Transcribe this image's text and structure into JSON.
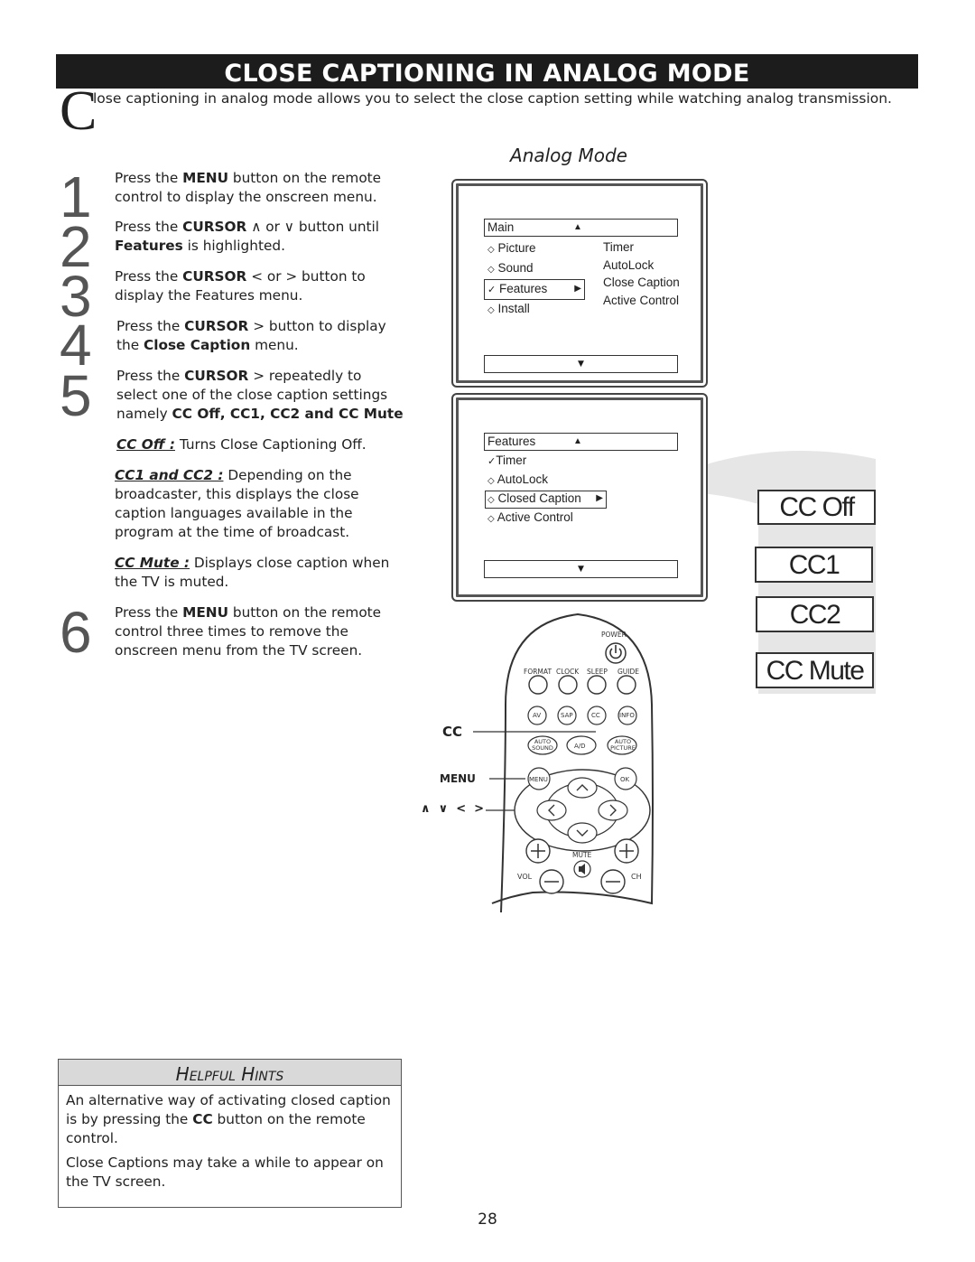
{
  "title": "CLOSE CAPTIONING IN ANALOG MODE",
  "intro": {
    "drop_cap": "C",
    "text": "lose captioning in analog mode allows you to select the close caption setting while watching analog transmission."
  },
  "steps": [
    {
      "number": "1",
      "parts": [
        "Press the ",
        "MENU",
        " button on the remote control to display the onscreen menu."
      ]
    },
    {
      "number": "2",
      "parts": [
        "Press the ",
        "CURSOR",
        " ∧  or ∨ button until ",
        "Features",
        " is highlighted."
      ]
    },
    {
      "number": "3",
      "parts": [
        "Press the ",
        "CURSOR",
        " < or > button to display the Features menu."
      ]
    },
    {
      "number": "4",
      "parts": [
        "Press the ",
        "CURSOR",
        " > button to display the ",
        "Close Caption",
        " menu."
      ]
    },
    {
      "number": "5",
      "parts": [
        "Press the ",
        "CURSOR",
        " > repeatedly to select one of the close caption settings namely ",
        "CC Off, CC1, CC2 and CC Mute",
        ""
      ]
    },
    {
      "number": "6",
      "parts": [
        "Press the ",
        "MENU",
        " button on the remote control three times to remove the onscreen menu from the TV screen."
      ]
    }
  ],
  "sub_items": [
    {
      "label": "CC Off :",
      "text": " Turns Close Captioning Off."
    },
    {
      "label": "CC1 and CC2 :",
      "text": "  Depending on the broadcaster, this displays the close caption languages available in the program at the time of broadcast."
    },
    {
      "label": "CC Mute :",
      "text": " Displays close caption when the TV is muted."
    }
  ],
  "analog_mode_heading": "Analog Mode",
  "screen1": {
    "header": "Main",
    "items": [
      "Picture",
      "Sound",
      "Features",
      "Install"
    ],
    "item_marks": [
      "◇",
      "◇",
      "✓",
      "◇"
    ],
    "submenu": [
      "Timer",
      "AutoLock",
      "Close Caption",
      "Active Control"
    ]
  },
  "screen2": {
    "header": "Features",
    "items": [
      "Timer",
      "AutoLock",
      "Closed Caption",
      "Active Control"
    ],
    "item_marks": [
      "✓",
      "◇",
      "◇",
      "◇"
    ]
  },
  "cc_options": [
    "CC Off",
    "CC1",
    "CC2",
    "CC Mute"
  ],
  "remote": {
    "power": "POWER",
    "top_row": [
      "FORMAT",
      "CLOCK",
      "SLEEP",
      "GUIDE"
    ],
    "row2": [
      "AV",
      "SAP",
      "CC",
      "INFO"
    ],
    "row3": [
      "AUTO SOUND",
      "A/D",
      "AUTO PICTURE"
    ],
    "menu": "MENU",
    "ok": "OK",
    "mute": "MUTE",
    "vol": "VOL",
    "ch": "CH",
    "callout_cc": "CC",
    "callout_menu": "MENU",
    "callout_cursor": "∧  ∨  <  >"
  },
  "helpful_hints": {
    "heading": "Helpful Hints",
    "hints": [
      [
        "An alternative way of activating closed caption is by pressing the ",
        "CC",
        " button on the remote control."
      ],
      [
        "Close Captions may take a while to appear on the TV screen."
      ]
    ]
  },
  "page_number": "28"
}
